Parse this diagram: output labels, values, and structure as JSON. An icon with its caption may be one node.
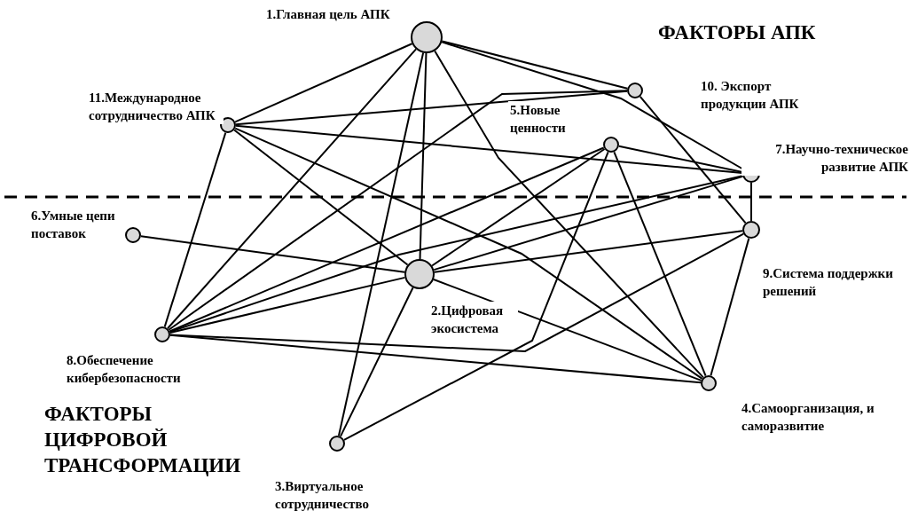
{
  "diagram": {
    "nodes": [
      {
        "text": [
          "1.Главная цель АПК"
        ]
      },
      {
        "text": [
          "2.Цифровая экосистема"
        ]
      },
      {
        "text": [
          "3.Виртуальное сотрудничество"
        ]
      },
      {
        "text": [
          "4.Самоорганизация, и саморазвитие"
        ]
      },
      {
        "text": [
          "5.Новые ценности"
        ]
      },
      {
        "text": [
          "6.Умные цепи поставок"
        ]
      },
      {
        "text": [
          "7.Научно-техническое развитие АПК"
        ]
      },
      {
        "text": [
          "8.Обеспечение кибербезопасности"
        ]
      },
      {
        "text": [
          "9.Система поддержки решений"
        ]
      },
      {
        "text": [
          "10. Экспорт продукции АПК"
        ]
      },
      {
        "text": [
          "11.Международное сотрудничество АПК"
        ]
      }
    ],
    "edges": [
      {
        "from": 0,
        "to": 10,
        "arrow": "none"
      },
      {
        "from": 0,
        "to": 7,
        "arrow": "none"
      },
      {
        "from": 0,
        "to": 2,
        "arrow": "none"
      },
      {
        "from": 0,
        "to": 1,
        "arrow": "none"
      },
      {
        "from": 0,
        "to": 3,
        "arrow": "none"
      },
      {
        "from": 0,
        "to": 9,
        "arrow": "none"
      },
      {
        "from": 0,
        "to": 6,
        "arrow": "none"
      },
      {
        "from": 10,
        "to": 9,
        "arrow": "none"
      },
      {
        "from": 10,
        "to": 6,
        "arrow": "none"
      },
      {
        "from": 10,
        "to": 7,
        "arrow": "none"
      },
      {
        "from": 10,
        "to": 1,
        "arrow": "none"
      },
      {
        "from": 10,
        "to": 3,
        "arrow": "none"
      },
      {
        "from": 5,
        "to": 1,
        "arrow": "none"
      },
      {
        "from": 7,
        "to": 1,
        "arrow": "none"
      },
      {
        "from": 7,
        "to": 4,
        "arrow": "none"
      },
      {
        "from": 7,
        "to": 9,
        "arrow": "none"
      },
      {
        "from": 7,
        "to": 6,
        "arrow": "none"
      },
      {
        "from": 7,
        "to": 8,
        "arrow": "none"
      },
      {
        "from": 7,
        "to": 3,
        "arrow": "none"
      },
      {
        "from": 1,
        "to": 8,
        "arrow": "none"
      },
      {
        "from": 1,
        "to": 4,
        "arrow": "none"
      },
      {
        "from": 1,
        "to": 6,
        "arrow": "none"
      },
      {
        "from": 1,
        "to": 3,
        "arrow": "none"
      },
      {
        "from": 2,
        "to": 1,
        "arrow": "none"
      },
      {
        "from": 2,
        "to": 4,
        "arrow": "none"
      },
      {
        "from": 4,
        "to": 6,
        "arrow": "none"
      },
      {
        "from": 4,
        "to": 3,
        "arrow": "none"
      },
      {
        "from": 9,
        "to": 8,
        "arrow": "none"
      },
      {
        "from": 6,
        "to": 8,
        "arrow": "none"
      },
      {
        "from": 8,
        "to": 3,
        "arrow": "none"
      }
    ],
    "labels": [
      "ФАКТОРЫ АПК",
      "ФАКТОРЫ ЦИФРОВОЙ ТРАНСФОРМАЦИИ"
    ]
  }
}
